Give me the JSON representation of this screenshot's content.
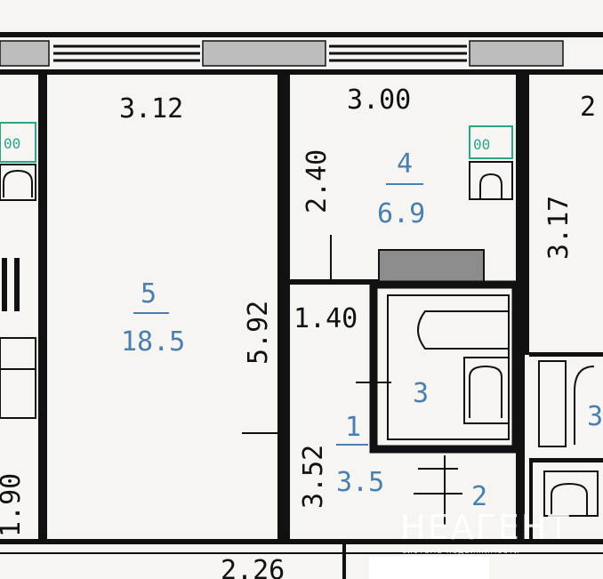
{
  "dimensions": {
    "top_room5_width": "3.12",
    "top_room4_width": "3.00",
    "top_right_partial": "2",
    "room4_wall_upper": "2.40",
    "right_room_height": "3.17",
    "room5_length": "5.92",
    "corridor_width": "1.40",
    "room1_length": "3.52",
    "left_partial": "1.90",
    "bottom_partial": "2.26"
  },
  "rooms": [
    {
      "number": "5",
      "area": "18.5"
    },
    {
      "number": "4",
      "area": "6.9"
    },
    {
      "number": "1",
      "area": "3.5"
    },
    {
      "number": "3"
    },
    {
      "number": "2"
    },
    {
      "number": "3"
    }
  ],
  "watermark": {
    "brand": "НЕАГЕНТ",
    "tagline": "система недвижимости"
  },
  "colors": {
    "wall": "#111111",
    "label_blue": "#4b7fb0",
    "fixture_teal": "#2aa58a",
    "hatch_gray": "#8c8c8c"
  }
}
